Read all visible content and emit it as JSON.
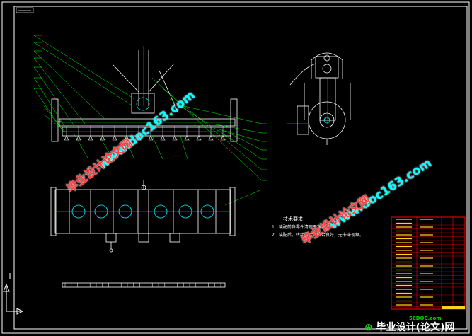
{
  "drawing": {
    "notes_title": "技术要求",
    "notes": [
      "1、装配前各零件清理干净；",
      "2、装配后，转动灵活，啮合良好，无卡滞现象。"
    ]
  },
  "watermarks": [
    {
      "text": "www.doc163.com",
      "kind": "url"
    },
    {
      "text": "毕业设计论文网",
      "kind": "cn"
    },
    {
      "text": "www.doc163.com",
      "kind": "url"
    },
    {
      "text": "毕业设计论文网",
      "kind": "cn"
    }
  ],
  "footer": {
    "logo": "毕业设计(论文)网",
    "site": "56DOC.com"
  },
  "colors": {
    "background": "#000000",
    "frame": "#ffffff",
    "part_line": "#ffffff",
    "leader_line": "#00ff00",
    "dim_line": "#00ffff",
    "title_block": "#ff0000",
    "watermark_cn": "#ff3b3b",
    "watermark_url": "#00ffff"
  }
}
